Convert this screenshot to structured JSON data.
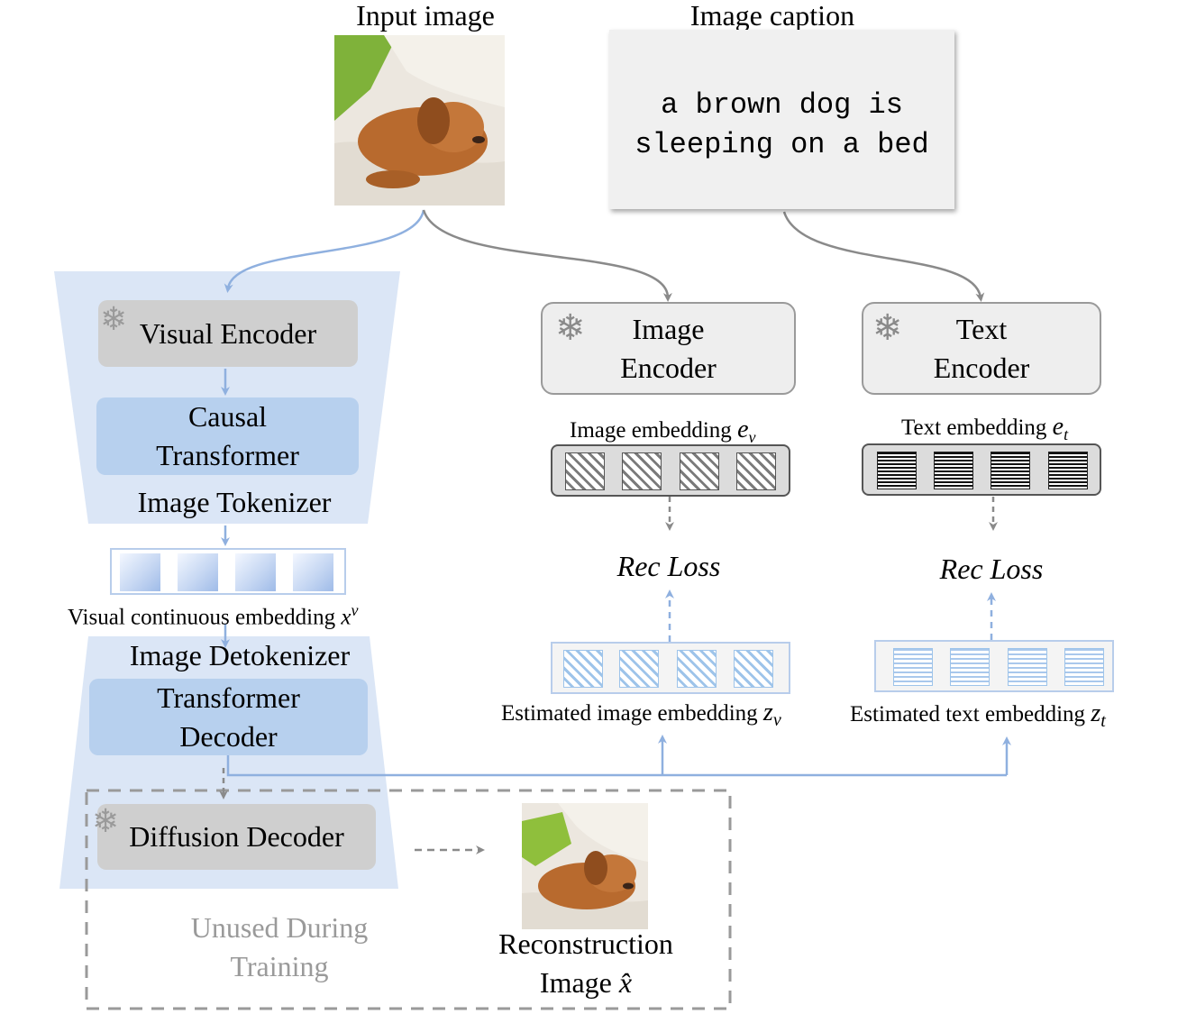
{
  "input_image": {
    "title": "Input image"
  },
  "caption": {
    "title": "Image caption",
    "line1": "a brown dog is",
    "line2": "sleeping on a bed"
  },
  "image_tokenizer": {
    "label": "Image Tokenizer",
    "visual_encoder": "Visual Encoder",
    "causal_transformer_line1": "Causal",
    "causal_transformer_line2": "Transformer"
  },
  "visual_embedding": {
    "label": "Visual continuous embedding",
    "symbol": "x",
    "superscript": "v"
  },
  "image_detokenizer": {
    "label": "Image Detokenizer",
    "transformer_decoder_line1": "Transformer",
    "transformer_decoder_line2": "Decoder",
    "diffusion_decoder": "Diffusion Decoder"
  },
  "image_encoder": {
    "line1": "Image",
    "line2": "Encoder",
    "embedding_label": "Image embedding",
    "embedding_symbol": "e",
    "embedding_sub": "v"
  },
  "text_encoder": {
    "line1": "Text",
    "line2": "Encoder",
    "embedding_label": "Text embedding",
    "embedding_symbol": "e",
    "embedding_sub": "t"
  },
  "losses": {
    "image": "Rec Loss",
    "text": "Rec Loss"
  },
  "estimated_image": {
    "label": "Estimated image embedding",
    "symbol": "z",
    "sub": "v"
  },
  "estimated_text": {
    "label": "Estimated text embedding",
    "symbol": "z",
    "sub": "t"
  },
  "unused": {
    "line1": "Unused During",
    "line2": "Training"
  },
  "reconstruction": {
    "line1": "Reconstruction",
    "line2": "Image",
    "symbol": "x̂"
  },
  "colors": {
    "blue_arrow": "#8fb0df",
    "grey_arrow": "#8a8a8a",
    "panel_blue": "#dbe6f6",
    "frozen_box": "#cfcfcf"
  },
  "icons": [
    "snowflake-icon",
    "dog-photo",
    "arrow-icon"
  ]
}
